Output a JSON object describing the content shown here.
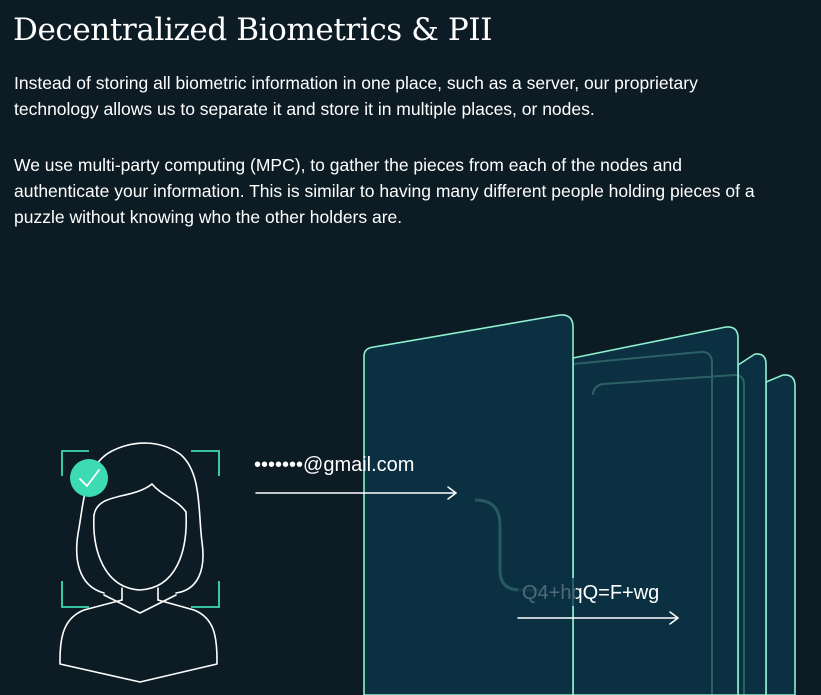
{
  "header": {
    "title": "Decentralized Biometrics & PII"
  },
  "intro": {
    "paragraph1_lines": [
      "Instead of storing all biometric information in one place, such as a server, our proprietary",
      "technology allows us to separate it and store it in multiple places, or nodes."
    ],
    "paragraph2_lines": [
      "We use multi-party computing (MPC), to gather the pieces from each of the nodes and",
      "authenticate your information. This is similar to having many different people holding pieces of a",
      "puzzle without knowing who the other holders are."
    ]
  },
  "illustration": {
    "email_label": "•••••••@gmail.com",
    "token_label": "Q4+hqQ=F+wg",
    "icons": [
      "face-scan-icon",
      "checkmark-icon",
      "arrow-right-icon",
      "node-panel-icon"
    ],
    "colors": {
      "background": "#0c1b24",
      "accent": "#3ddbb4",
      "panel_fill": "#0a3042",
      "panel_stroke": "#8ff0cf",
      "line": "#ffffff"
    }
  }
}
